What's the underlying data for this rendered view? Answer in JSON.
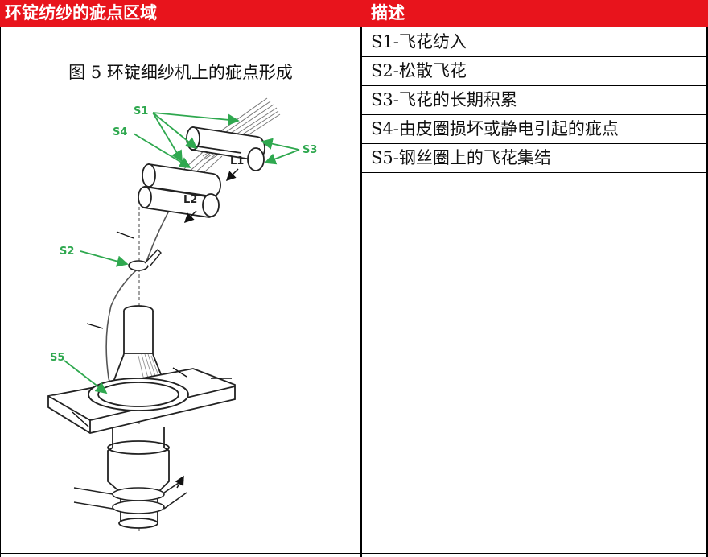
{
  "header": {
    "left_title": "环锭纺纱的疵点区域",
    "right_title": "描述"
  },
  "figure": {
    "caption": "图 5 环锭细纱机上的疵点形成",
    "labels": {
      "s1": "S1",
      "s2": "S2",
      "s3": "S3",
      "s4": "S4",
      "s5": "S5",
      "l1": "L1",
      "l2": "L2"
    },
    "label_color": "#2fa84f"
  },
  "descriptions": [
    "S1-飞花纺入",
    "S2-松散飞花",
    "S3-飞花的长期积累",
    "S4-由皮圈损坏或静电引起的疵点",
    "S5-钢丝圈上的飞花集结"
  ],
  "colors": {
    "header_bg": "#e8141c",
    "header_text": "#ffffff"
  }
}
